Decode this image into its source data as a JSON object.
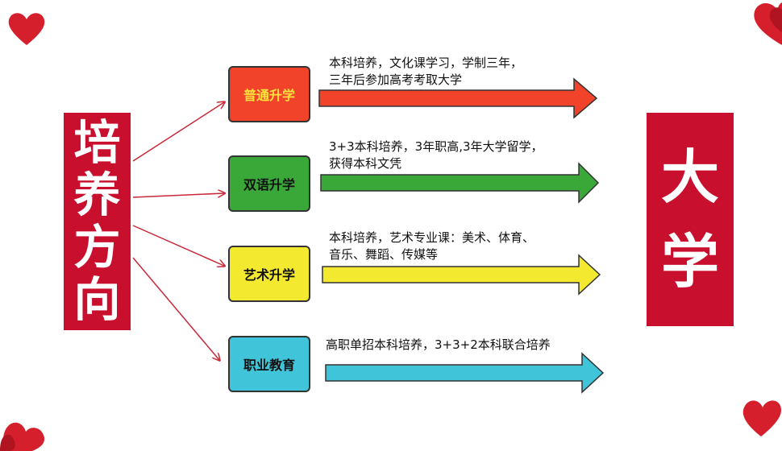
{
  "left_title": [
    "培",
    "养",
    "方",
    "向"
  ],
  "right_title": [
    "大",
    "学"
  ],
  "paths": [
    {
      "label": "普通升学",
      "color": "#f0432a",
      "text_color": "#ffe23d",
      "desc": [
        "本科培养，文化课学习，学制三年，",
        "三年后参加高考考取大学"
      ]
    },
    {
      "label": "双语升学",
      "color": "#3aa839",
      "text_color": "#111111",
      "desc": [
        "3+3本科培养，3年职高,3年大学留学，",
        "获得本科文凭"
      ]
    },
    {
      "label": "艺术升学",
      "color": "#f3ea2f",
      "text_color": "#111111",
      "desc": [
        "本科培养，艺术专业课：美术、体育、",
        "音乐、舞蹈、传媒等"
      ]
    },
    {
      "label": "职业教育",
      "color": "#3fc4d9",
      "text_color": "#111111",
      "desc": [
        "高职单招本科培养，3+3+2本科联合培养"
      ]
    }
  ],
  "colors": {
    "title_box": "#c8102e",
    "connector": "#c8283a",
    "heart": "#d61f2c"
  }
}
